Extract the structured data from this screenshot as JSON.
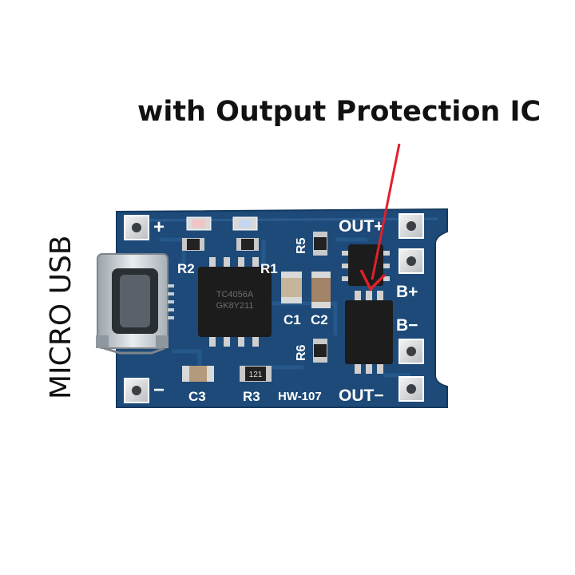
{
  "caption": "with Output Protection IC",
  "side_label": "MICRO USB",
  "board": {
    "model": "HW-107",
    "pads": {
      "in_plus": "+",
      "in_minus": "−",
      "out_plus": "OUT+",
      "out_minus": "OUT−",
      "b_plus": "B+",
      "b_minus": "B−"
    },
    "components": {
      "r1": "R1",
      "r2": "R2",
      "r3": "R3",
      "r5": "R5",
      "r6": "R6",
      "c1": "C1",
      "c2": "C2",
      "c3": "C3",
      "r3_marking": "121"
    },
    "ic_marking": [
      "TC4056A",
      "GK8Y211"
    ]
  },
  "colors": {
    "pcb": "#1d4a78",
    "silkscreen": "#ffffff",
    "arrow": "#e0202a",
    "chip": "#1c1c1c"
  }
}
